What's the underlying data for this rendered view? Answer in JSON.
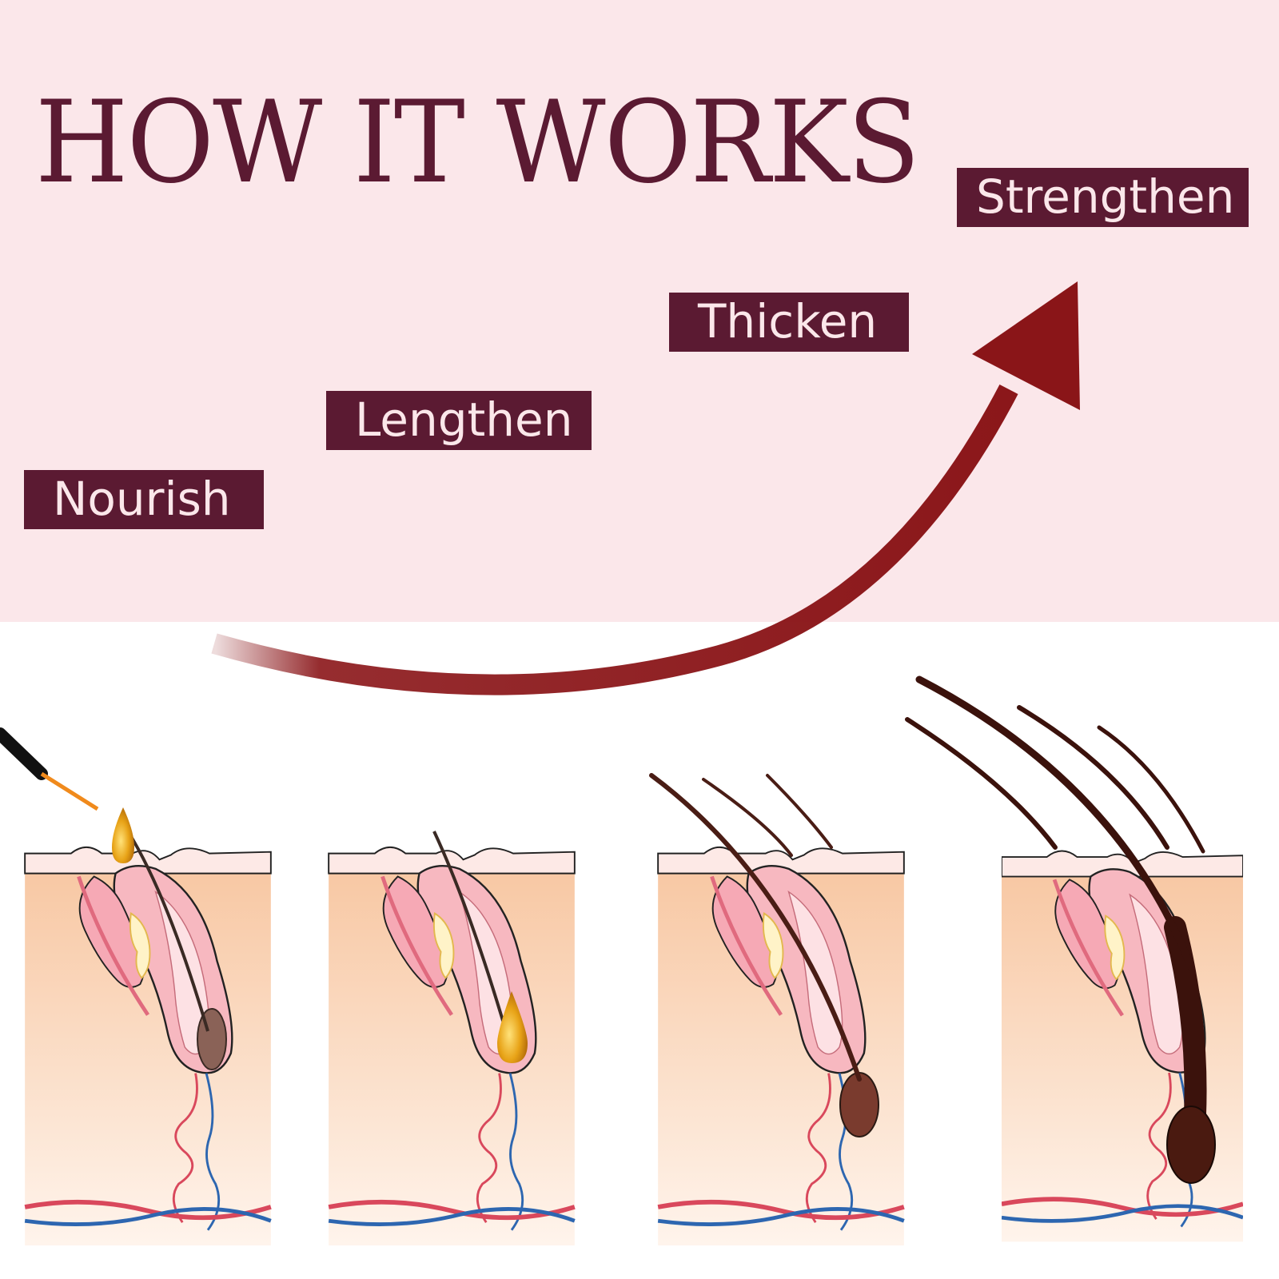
{
  "title": "HOW IT WORKS",
  "steps": [
    {
      "label": "Nourish"
    },
    {
      "label": "Lengthen"
    },
    {
      "label": "Thicken"
    },
    {
      "label": "Strengthen"
    }
  ],
  "colors": {
    "background_top": "#fbe7ea",
    "label_background": "#5b1a32",
    "label_text": "#fbe7ea",
    "title": "#5b1a32",
    "arrow": "#8a1518",
    "skin": "#f8caa7",
    "follicle_pink": "#f2a9b4",
    "hair": "#4a1d15",
    "serum": "#e8a317",
    "vein_red": "#d9485c",
    "vein_blue": "#2d66b0"
  },
  "icons": [
    "growth-arrow-icon",
    "dropper-icon",
    "serum-drop-icon",
    "hair-follicle-icon"
  ]
}
